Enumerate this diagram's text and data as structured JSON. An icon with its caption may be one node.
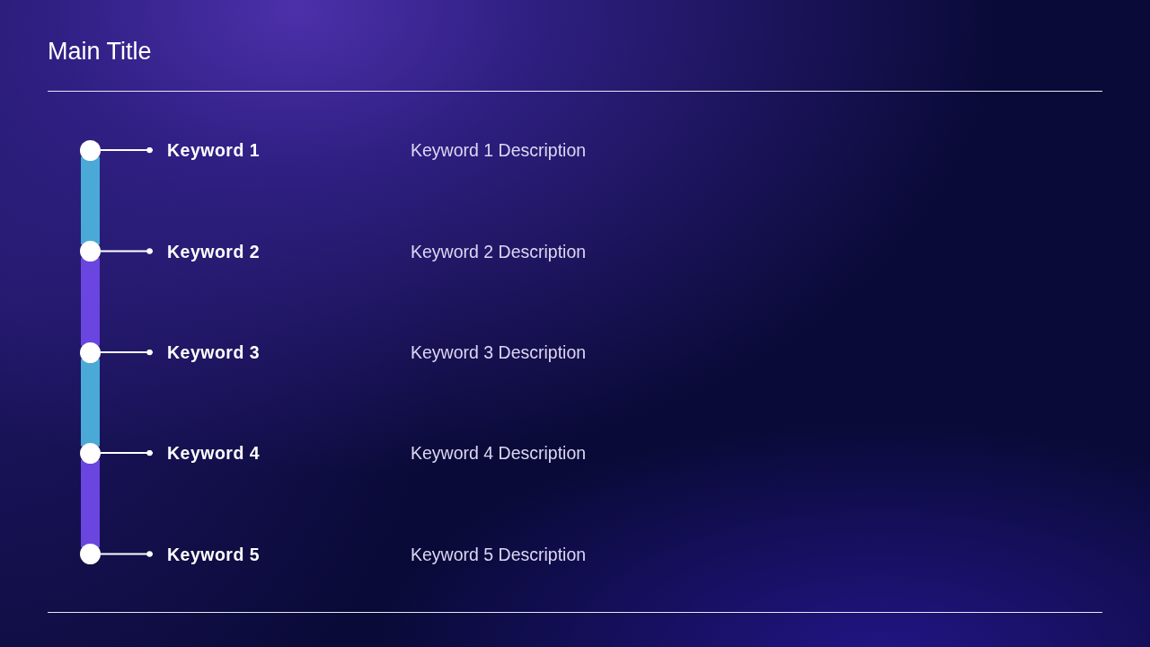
{
  "diagram": {
    "title": "Main Title",
    "nodes": [
      {
        "text": [],
        "shape": "circle"
      },
      {
        "text": [
          "Keyword 1"
        ]
      },
      {
        "text": [],
        "shape": "circle"
      },
      {
        "text": [
          "Keyword 2"
        ]
      },
      {
        "text": [],
        "shape": "circle"
      },
      {
        "text": [
          "Keyword 3"
        ]
      },
      {
        "text": [],
        "shape": "circle"
      },
      {
        "text": [
          "Keyword 4"
        ]
      },
      {
        "text": [],
        "shape": "circle"
      },
      {
        "text": [
          "Keyword 5"
        ]
      }
    ],
    "edges": [
      {
        "from": 0,
        "to": 1,
        "arrow": "other"
      },
      {
        "from": 2,
        "to": 3,
        "arrow": "other"
      },
      {
        "from": 4,
        "to": 5,
        "arrow": "other"
      },
      {
        "from": 6,
        "to": 7,
        "arrow": "other"
      },
      {
        "from": 8,
        "to": 9,
        "arrow": "other"
      },
      {
        "from": 0,
        "to": 2,
        "arrow": "none",
        "style": "thick",
        "color": "#4ba9d7"
      },
      {
        "from": 2,
        "to": 4,
        "arrow": "none",
        "style": "thick",
        "color": "#6a45df"
      },
      {
        "from": 4,
        "to": 6,
        "arrow": "none",
        "style": "thick",
        "color": "#4ba9d7"
      },
      {
        "from": 6,
        "to": 8,
        "arrow": "none",
        "style": "thick",
        "color": "#6a45df"
      }
    ],
    "labels": [
      "Keyword 1 Description",
      "Keyword 2 Description",
      "Keyword 3 Description",
      "Keyword 4 Description",
      "Keyword 5 Description"
    ]
  }
}
